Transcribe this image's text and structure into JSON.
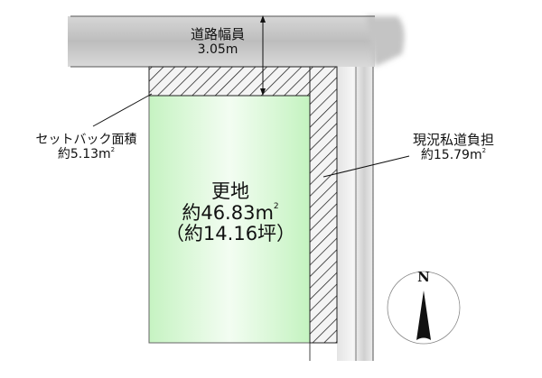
{
  "road": {
    "label": "道路幅員",
    "width_value": "3.05m"
  },
  "setback": {
    "label": "セットバック面積",
    "area_value": "約5.13",
    "unit": "m²"
  },
  "private_road": {
    "label": "現況私道負担",
    "area_value": "約15.79",
    "unit": "m²"
  },
  "lot": {
    "label": "更地",
    "area_value": "約46.83",
    "unit": "m²",
    "tsubo": "（約14.16坪）"
  },
  "compass": {
    "north_label": "N"
  },
  "colors": {
    "lot_green": "#c9f5c6",
    "road_gray": "#b8b8b8",
    "hatch": "#111111"
  }
}
